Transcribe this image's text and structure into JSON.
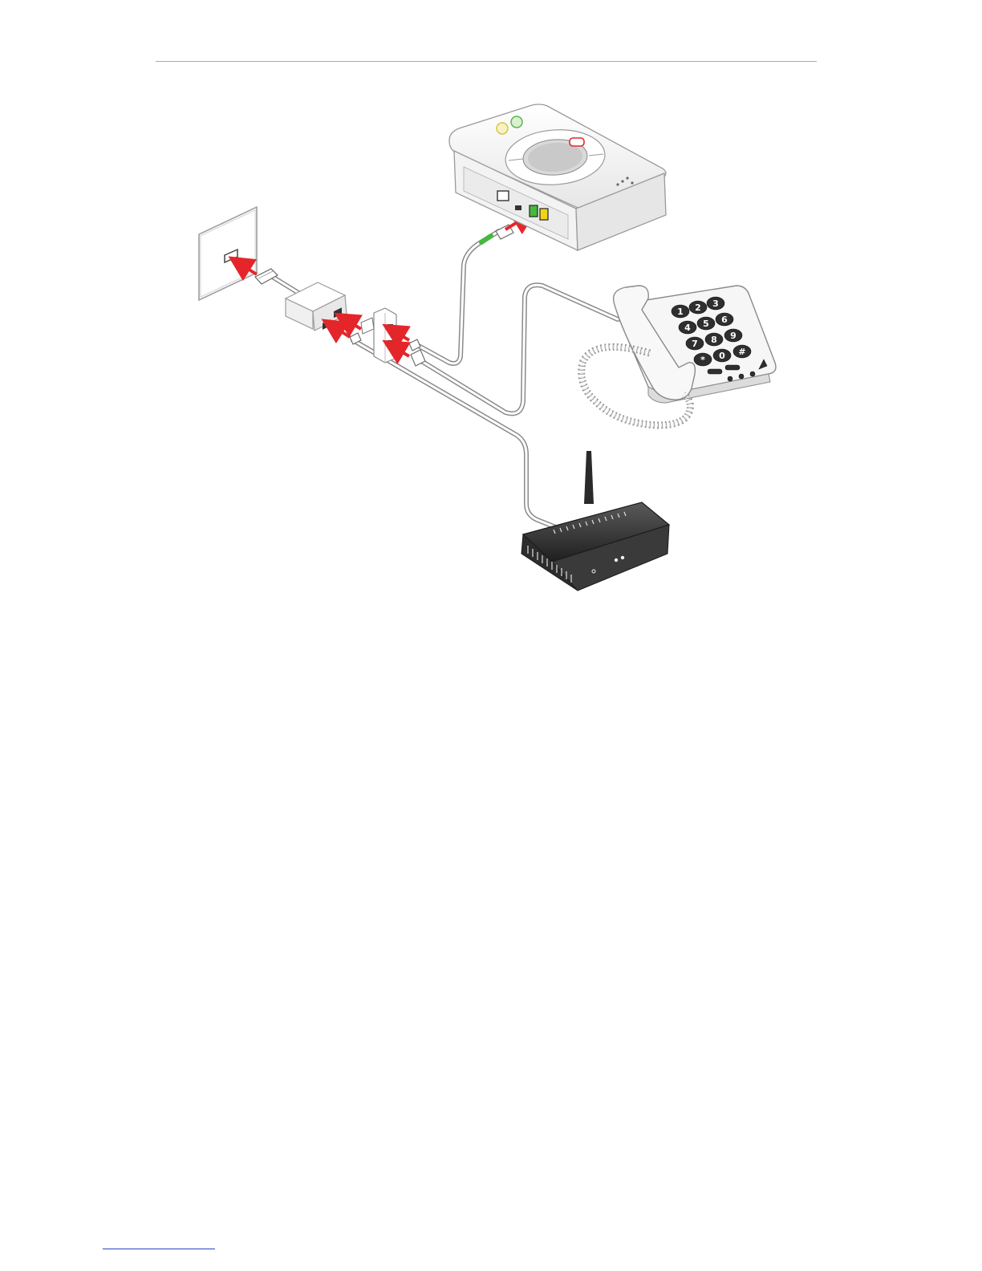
{
  "page": {
    "background": "#ffffff",
    "rule_color": "#a9a9a9",
    "footnote_rule_color": "#2b3fc7"
  },
  "diagram": {
    "colors": {
      "arrow": "#e4262b",
      "cable": "#8a8a8a",
      "device_body": "#f2f2f2",
      "device_edge": "#9a9a9a",
      "router_body": "#3b3b3b",
      "green_marker": "#46b83d",
      "yellow_marker": "#f1d41a"
    },
    "components": [
      {
        "name": "wall-socket",
        "icon": "phone-wall-socket-icon"
      },
      {
        "name": "adsl-filter",
        "icon": "line-filter-icon"
      },
      {
        "name": "splitter",
        "icon": "double-adapter-icon"
      },
      {
        "name": "alarm-base-unit",
        "icon": "alarm-unit-icon"
      },
      {
        "name": "telephone",
        "icon": "telephone-icon"
      },
      {
        "name": "router",
        "icon": "router-icon"
      }
    ],
    "telephone_keys": [
      "1",
      "2",
      "3",
      "4",
      "5",
      "6",
      "7",
      "8",
      "9",
      "*",
      "0",
      "#"
    ]
  }
}
